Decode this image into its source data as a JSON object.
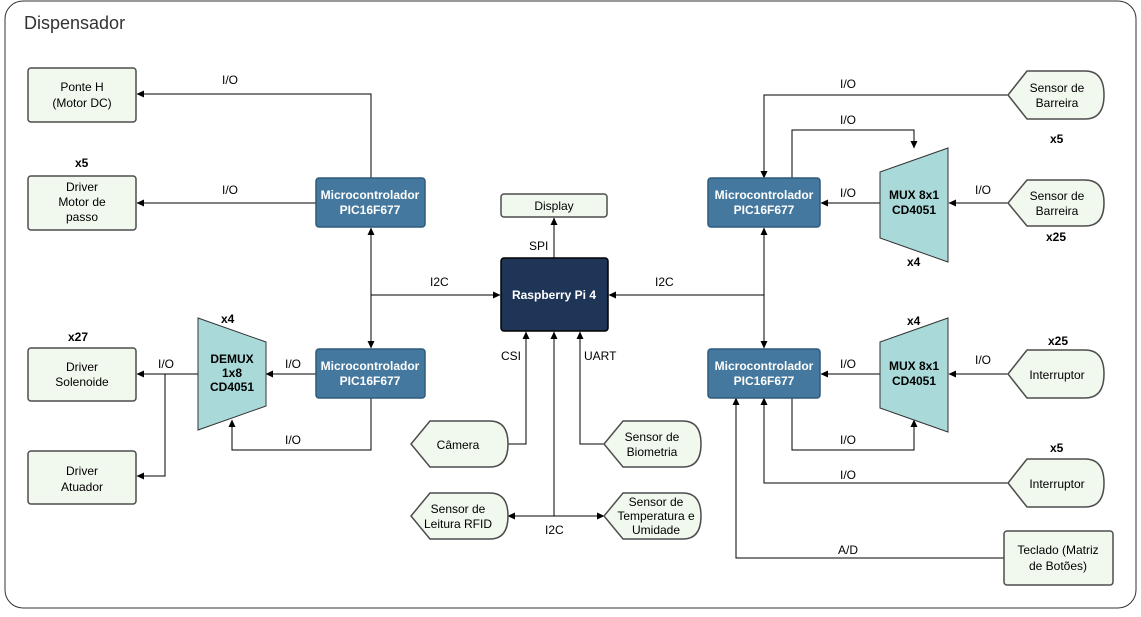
{
  "title": "Dispensador",
  "colors": {
    "frame_stroke": "#333333",
    "node_fill": "#f1f8ee",
    "node_stroke": "#4d4d4d",
    "mcu_fill": "#45789e",
    "mcu_stroke": "#2e5a7a",
    "rpi_fill": "#1f3558",
    "mux_fill": "#a9dad9",
    "mux_stroke": "#333333"
  },
  "nodes": {
    "ponte_h": [
      "Ponte H",
      "(Motor DC)"
    ],
    "driver_passo": [
      "Driver",
      "Motor de",
      "passo"
    ],
    "driver_solenoide": [
      "Driver",
      "Solenoide"
    ],
    "driver_atuador": [
      "Driver",
      "Atuador"
    ],
    "display": "Display",
    "rpi": "Raspberry Pi 4",
    "mcu": [
      "Microcontrolador",
      "PIC16F677"
    ],
    "demux": [
      "DEMUX",
      "1x8",
      "CD4051"
    ],
    "mux": [
      "MUX 8x1",
      "CD4051"
    ],
    "camera": "Câmera",
    "sensor_biometria": [
      "Sensor de",
      "Biometria"
    ],
    "sensor_rfid": [
      "Sensor de",
      "Leitura RFID"
    ],
    "sensor_temp": [
      "Sensor de",
      "Temperatura e",
      "Umidade"
    ],
    "sensor_barreira": [
      "Sensor de",
      "Barreira"
    ],
    "interruptor": "Interruptor",
    "teclado": [
      "Teclado (Matriz",
      "de Botões)"
    ]
  },
  "multipliers": {
    "x5": "x5",
    "x27": "x27",
    "x4": "x4",
    "x25": "x25"
  },
  "edge_labels": {
    "io": "I/O",
    "i2c": "I2C",
    "spi": "SPI",
    "csi": "CSI",
    "uart": "UART",
    "ad": "A/D"
  }
}
